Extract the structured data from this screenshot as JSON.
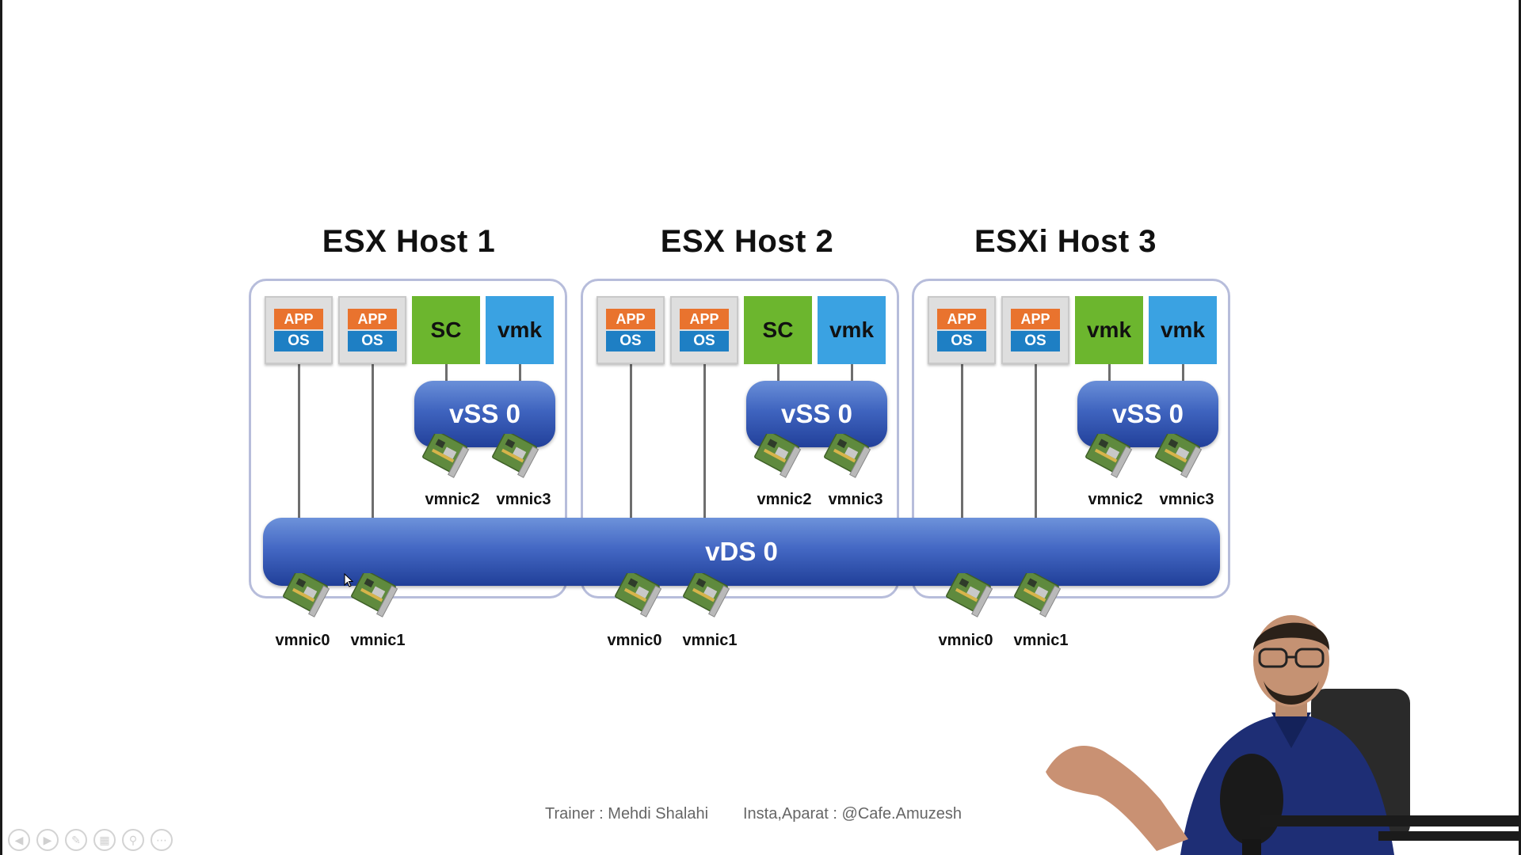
{
  "hosts": [
    {
      "title": "ESX Host 1",
      "tiles": [
        {
          "type": "vm",
          "app": "APP",
          "os": "OS"
        },
        {
          "type": "vm",
          "app": "APP",
          "os": "OS"
        },
        {
          "type": "green",
          "label": "SC"
        },
        {
          "type": "blue",
          "label": "vmk"
        }
      ],
      "vss_label": "vSS 0",
      "vss_nics": [
        "vmnic2",
        "vmnic3"
      ],
      "uplinks": [
        "vmnic0",
        "vmnic1"
      ]
    },
    {
      "title": "ESX Host 2",
      "tiles": [
        {
          "type": "vm",
          "app": "APP",
          "os": "OS"
        },
        {
          "type": "vm",
          "app": "APP",
          "os": "OS"
        },
        {
          "type": "green",
          "label": "SC"
        },
        {
          "type": "blue",
          "label": "vmk"
        }
      ],
      "vss_label": "vSS 0",
      "vss_nics": [
        "vmnic2",
        "vmnic3"
      ],
      "uplinks": [
        "vmnic0",
        "vmnic1"
      ]
    },
    {
      "title": "ESXi Host 3",
      "tiles": [
        {
          "type": "vm",
          "app": "APP",
          "os": "OS"
        },
        {
          "type": "vm",
          "app": "APP",
          "os": "OS"
        },
        {
          "type": "green",
          "label": "vmk"
        },
        {
          "type": "blue",
          "label": "vmk"
        }
      ],
      "vss_label": "vSS 0",
      "vss_nics": [
        "vmnic2",
        "vmnic3"
      ],
      "uplinks": [
        "vmnic0",
        "vmnic1"
      ]
    }
  ],
  "vds_label": "vDS 0",
  "footer": {
    "trainer": "Trainer : Mehdi Shalahi",
    "social": "Insta,Aparat : @Cafe.Amuzesh"
  },
  "colors": {
    "app": "#e9732e",
    "os": "#1e7fc4",
    "sc_green": "#6cb62e",
    "vmk_blue": "#3aa2e2",
    "switch_blue": "#3f64bf",
    "host_border": "#b7bddb"
  },
  "slideshow_controls": [
    "previous-icon",
    "play-icon",
    "pen-icon",
    "slides-icon",
    "zoom-icon",
    "more-icon"
  ]
}
